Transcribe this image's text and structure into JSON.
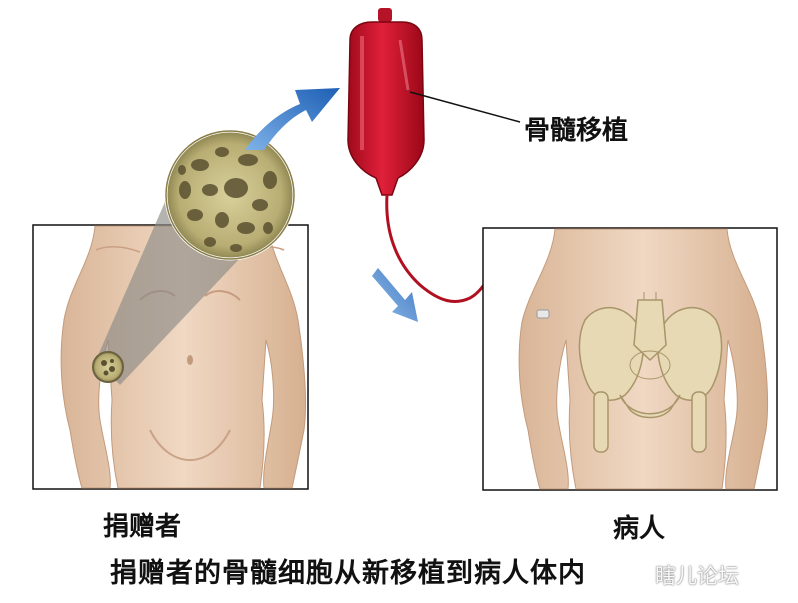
{
  "labels": {
    "transplant": "骨髓移植",
    "donor": "捐赠者",
    "patient": "病人",
    "caption": "捐赠者的骨髓细胞从新移植到病人体内",
    "watermark": "瞎儿论坛"
  },
  "colors": {
    "skin": "#e9cdb4",
    "blood_bag": "#c8102e",
    "tube": "#b01020",
    "arrow": "#2f72c4",
    "frame": "#111111"
  }
}
